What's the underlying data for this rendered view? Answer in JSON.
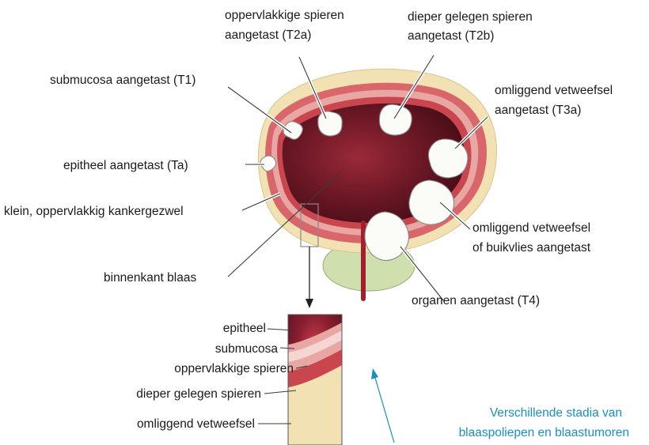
{
  "labels": {
    "t2a_line1": "oppervlakkige spieren",
    "t2a_line2": "aangetast (T2a)",
    "t2b_line1": "dieper gelegen spieren",
    "t2b_line2": "aangetast (T2b)",
    "t1": "submucosa aangetast (T1)",
    "t3a_line1": "omliggend vetweefsel",
    "t3a_line2": "aangetast (T3a)",
    "ta": "epitheel aangetast (Ta)",
    "small_tumor": "klein, oppervlakkig kankergezwel",
    "peritoneum_line1": "omliggend vetweefsel",
    "peritoneum_line2": "of buikvlies aangetast",
    "inside_bladder": "binnenkant blaas",
    "t4": "organen aangetast (T4)"
  },
  "layers": {
    "epitheel": "epitheel",
    "submucosa": "submucosa",
    "oppervlakkige_spieren": "oppervlakkige spieren",
    "dieper_gelegen_spieren": "dieper gelegen spieren",
    "omliggend_vetweefsel": "omliggend vetweefsel"
  },
  "caption": {
    "line1": "Verschillende stadia van",
    "line2": "blaaspoliepen en blaastumoren"
  },
  "colors": {
    "fat": "#f2e1b2",
    "muscle_outer": "#d8666a",
    "muscle_inner": "#e8a7a3",
    "lumen_center": "#8e2030",
    "lumen_edge": "#4e1018",
    "prostate": "#cfe0ae",
    "caption": "#1a8fc0"
  }
}
